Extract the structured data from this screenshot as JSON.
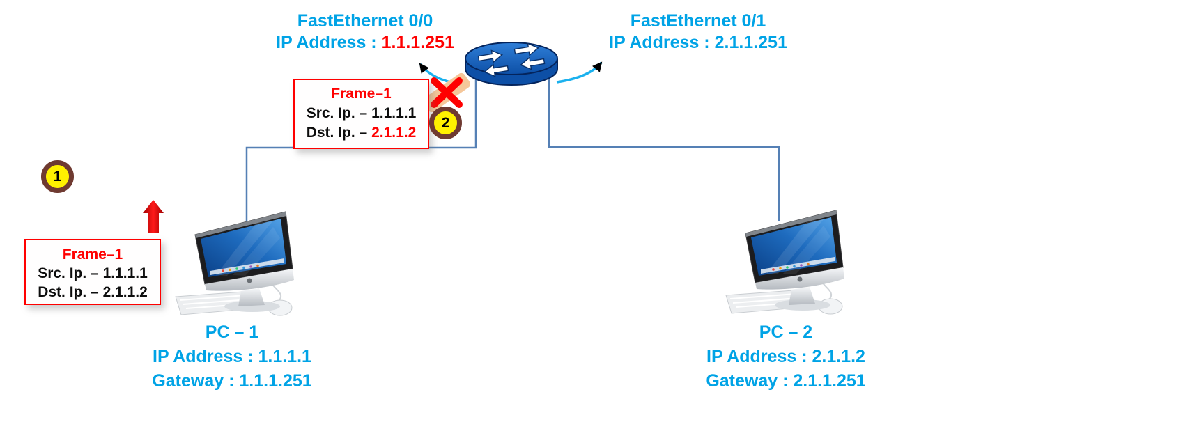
{
  "interfaces": {
    "fa00": {
      "name": "FastEthernet 0/0",
      "ip_label": "IP Address : ",
      "ip": "1.1.1.251"
    },
    "fa01": {
      "name": "FastEthernet 0/1",
      "ip_label": "IP Address : ",
      "ip": "2.1.1.251"
    }
  },
  "frames": {
    "at_router": {
      "title": "Frame–1",
      "src_label": "Src. Ip. – ",
      "src_value": "1.1.1.1",
      "dst_label": "Dst. Ip. – ",
      "dst_value": "2.1.1.2"
    },
    "at_pc1": {
      "title": "Frame–1",
      "src_label": "Src. Ip. – ",
      "src_value": "1.1.1.1",
      "dst_label": "Dst. Ip. – ",
      "dst_value": "2.1.1.2"
    }
  },
  "badges": {
    "step1": "1",
    "step2": "2"
  },
  "pcs": {
    "pc1": {
      "name": "PC – 1",
      "ip_label": "IP Address : ",
      "ip": "1.1.1.1",
      "gateway_label": "Gateway : ",
      "gateway": "1.1.1.251"
    },
    "pc2": {
      "name": "PC – 2",
      "ip_label": "IP Address : ",
      "ip": "2.1.1.2",
      "gateway_label": "Gateway : ",
      "gateway": "2.1.1.251"
    }
  },
  "colors": {
    "label_blue": "#00A3E6",
    "alert_red": "#FF0000",
    "connection_blue": "#5580B5",
    "arrow_cyan": "#1BB1EE",
    "badge_fill": "#FFF100",
    "badge_ring": "#6F3A31",
    "x_band_peach": "#F5C79A"
  }
}
